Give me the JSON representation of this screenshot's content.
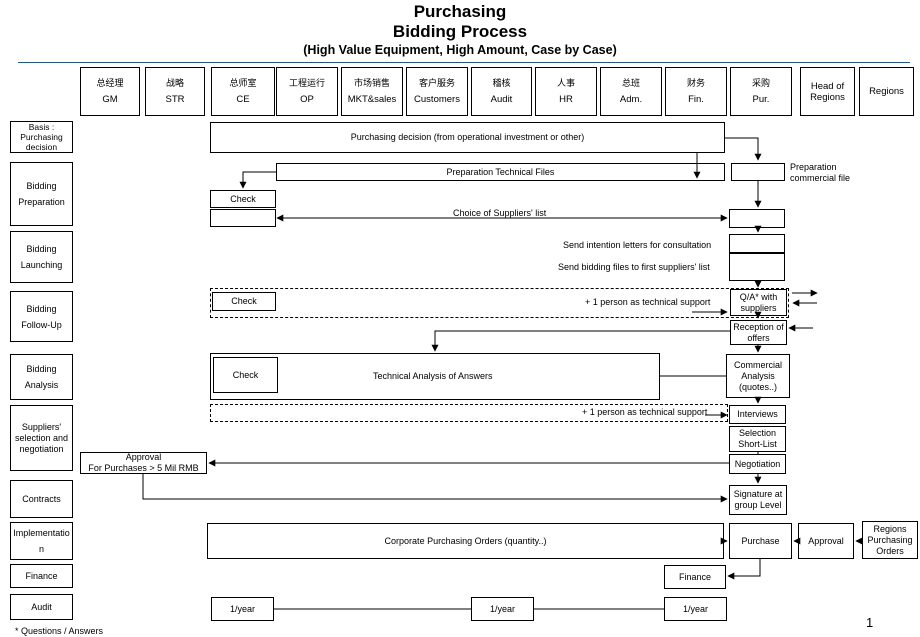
{
  "title": {
    "line1": "Purchasing",
    "line2": "Bidding Process",
    "line3": "(High Value Equipment, High Amount, Case by Case)"
  },
  "columns": [
    {
      "cn": "总经理",
      "en": "GM"
    },
    {
      "cn": "战略",
      "en": "STR"
    },
    {
      "cn": "总师室",
      "en": "CE"
    },
    {
      "cn": "工程运行",
      "en": "OP"
    },
    {
      "cn": "市场销售",
      "en": "MKT&sales"
    },
    {
      "cn": "客户服务",
      "en": "Customers"
    },
    {
      "cn": "稽核",
      "en": "Audit"
    },
    {
      "cn": "人事",
      "en": "HR"
    },
    {
      "cn": "总班",
      "en": "Adm."
    },
    {
      "cn": "财务",
      "en": "Fin."
    },
    {
      "cn": "采购",
      "en": "Pur."
    },
    {
      "cn": "",
      "en": "Head of Regions"
    },
    {
      "cn": "",
      "en": "Regions"
    }
  ],
  "rows": [
    "Basis : Purchasing decision",
    "Bidding Preparation",
    "Bidding Launching",
    "Bidding Follow-Up",
    "Bidding Analysis",
    "Suppliers' selection and negotiation",
    "Contracts",
    "Implementation",
    "Finance",
    "Audit"
  ],
  "boxes": {
    "purchasing_decision": "Purchasing decision (from operational investment or other)",
    "prep_technical": "Preparation Technical Files",
    "prep_commercial": "Preparation commercial file",
    "check1": "Check",
    "choice_suppliers": "Choice of Suppliers' list",
    "intention_letters": "Send intention letters for consultation",
    "bidding_files": "Send bidding files to first suppliers' list",
    "check2": "Check",
    "tech_support1": "+ 1 person as technical support",
    "qa": "Q/A* with suppliers",
    "reception": "Reception of offers",
    "check3": "Check",
    "tech_analysis": "Technical Analysis of Answers",
    "commercial_analysis": "Commercial Analysis (quotes..)",
    "tech_support2": "+ 1 person as technical support",
    "interviews": "Interviews",
    "selection": "Selection Short-List",
    "approval_top": "Approval",
    "approval_bottom": "For Purchases > 5 Mil RMB",
    "negotiation": "Negotiation",
    "signature": "Signature at group Level",
    "corporate_orders": "Corporate Purchasing Orders (quantity..)",
    "purchase": "Purchase",
    "approval": "Approval",
    "regions_orders": "Regions Purchasing Orders",
    "finance": "Finance",
    "audit1": "1/year",
    "audit2": "1/year",
    "audit3": "1/year"
  },
  "footnote": "* Questions / Answers",
  "page_number": "1"
}
